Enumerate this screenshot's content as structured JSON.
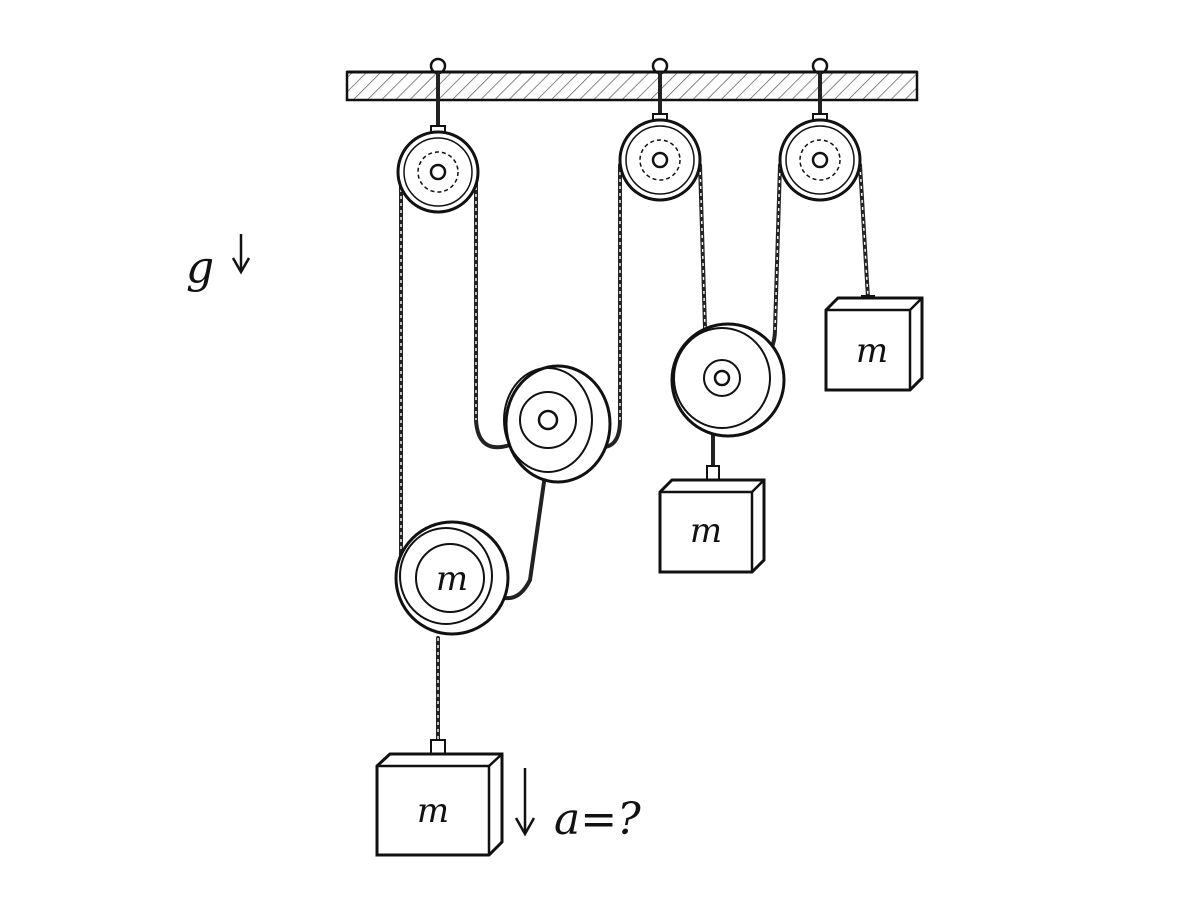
{
  "labels": {
    "gravity": "g",
    "mass_symbol": "m",
    "acceleration_question": "a=?"
  },
  "colors": {
    "ink": "#111111",
    "background": "#ffffff",
    "ceiling_hatch": "#555555"
  },
  "components": {
    "fixed_pulleys": 3,
    "movable_pulleys": 2,
    "hanging_blocks": 3,
    "massive_pulley_label": "m"
  }
}
